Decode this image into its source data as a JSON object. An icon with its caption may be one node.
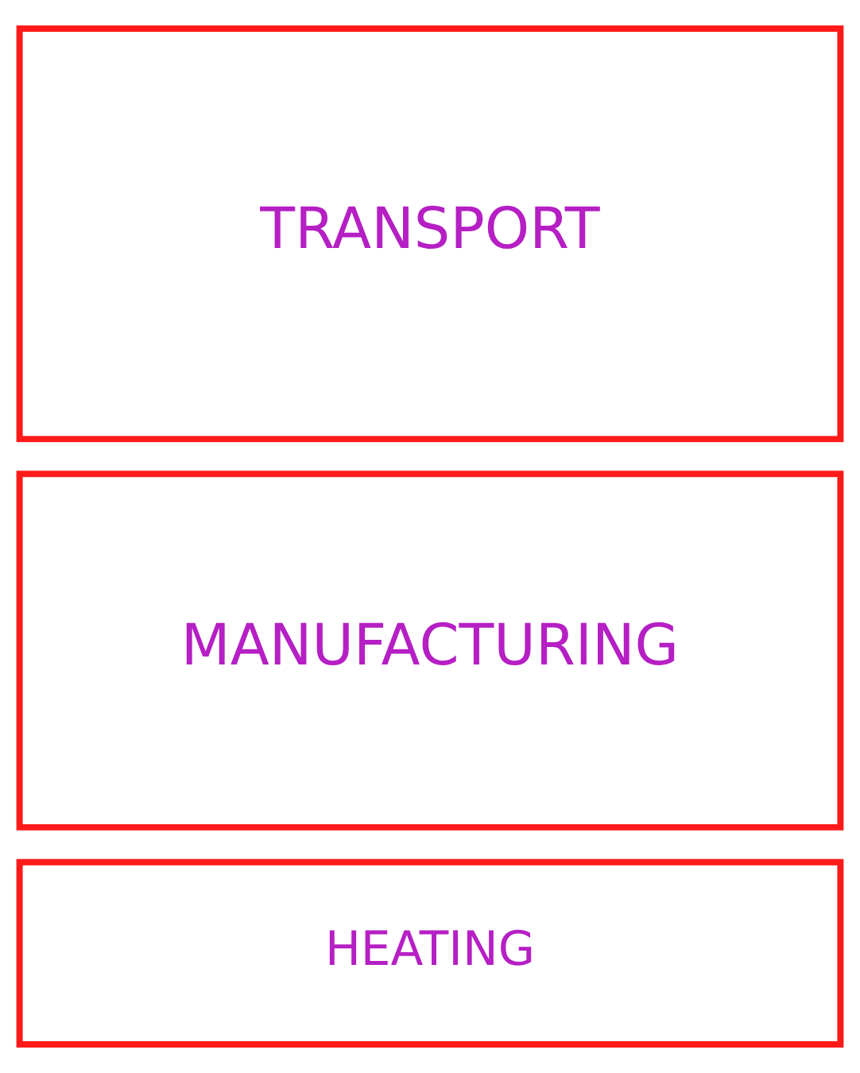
{
  "diagram": {
    "nodes": [
      {
        "text": [
          "HEATING"
        ]
      },
      {
        "text": [
          "MANUFACTURING"
        ]
      },
      {
        "text": [
          "TRANSPORT"
        ]
      }
    ]
  }
}
